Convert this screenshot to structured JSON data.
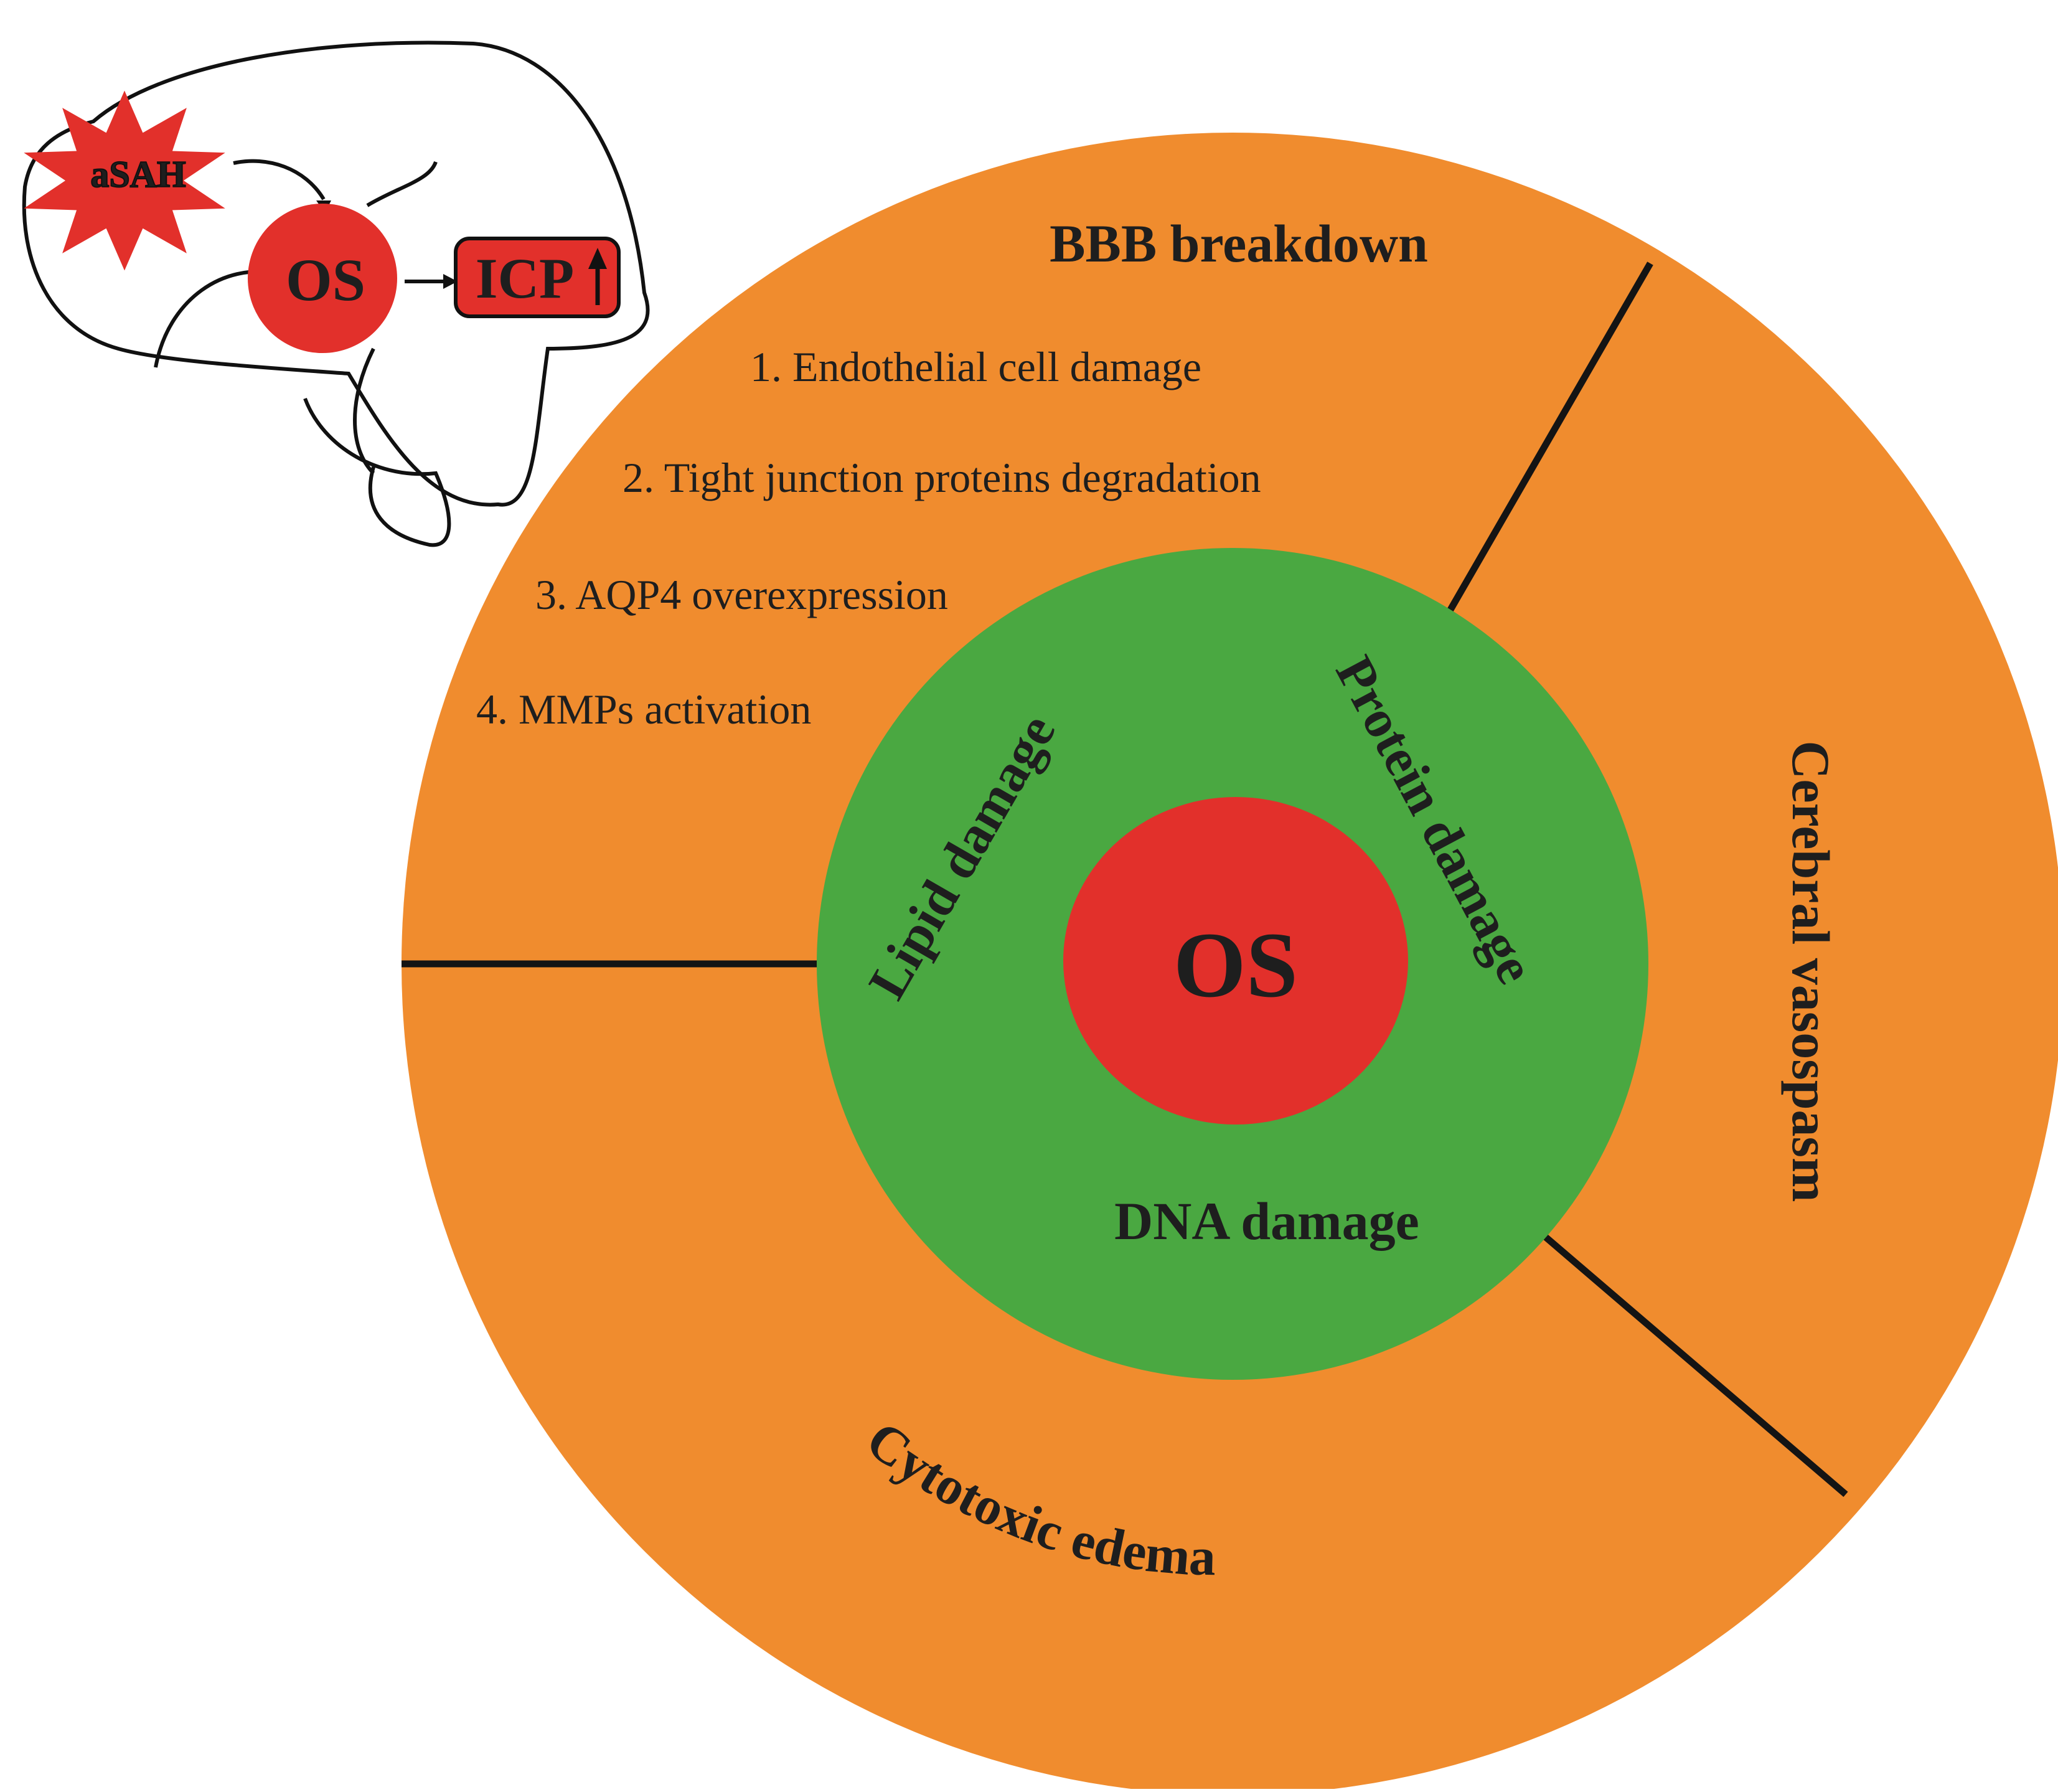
{
  "colors": {
    "outer_ring": "#F08C2E",
    "middle_ring": "#4AA841",
    "core": "#E2302B",
    "divider": "#141414",
    "text": "#1E1E1E",
    "outline": "#111111",
    "background": "#FFFFFF"
  },
  "inset": {
    "star_label": "aSAH",
    "os_label": "OS",
    "icp_label": "ICP",
    "arrow_icon": "up-arrow-icon"
  },
  "core": {
    "label": "OS"
  },
  "middle_ring": {
    "lipid": "Lipid damage",
    "protein": "Protein damage",
    "dna": "DNA damage"
  },
  "outer_ring": {
    "bbb": {
      "title": "BBB breakdown",
      "items": [
        "1. Endothelial cell damage",
        "2. Tight junction proteins degradation",
        "3. AQP4 overexpression",
        "4. MMPs activation"
      ]
    },
    "vasospasm": "Cerebral vasospasm",
    "edema": "Cytotoxic edema"
  }
}
